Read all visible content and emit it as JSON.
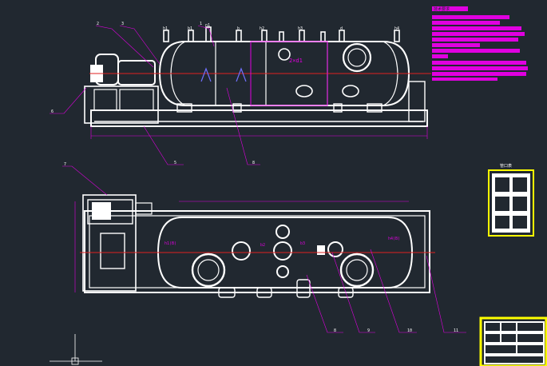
{
  "colors": {
    "background": "#212830",
    "outline": "#ffffff",
    "centerline": "#e02020",
    "leader": "#e000e0",
    "dimension": "#7070ff",
    "notes": "#e000e0",
    "highlight": "#ffff00"
  },
  "top_view": {
    "nozzle_labels": [
      "h1",
      "b1",
      "n1",
      "b",
      "h2",
      "h3",
      "d",
      "h4"
    ],
    "inner_label": "2×d1",
    "callouts": [
      "2",
      "3",
      "1",
      "6",
      "5",
      "8"
    ]
  },
  "plan_view": {
    "nozzle_labels": [
      "h1(B)",
      "b2",
      "b3",
      "h4(B)"
    ],
    "callouts": [
      "7",
      "8",
      "9",
      "10",
      "11"
    ]
  },
  "notes": {
    "title": "技术要求"
  },
  "legend": {
    "title": "管口表"
  }
}
